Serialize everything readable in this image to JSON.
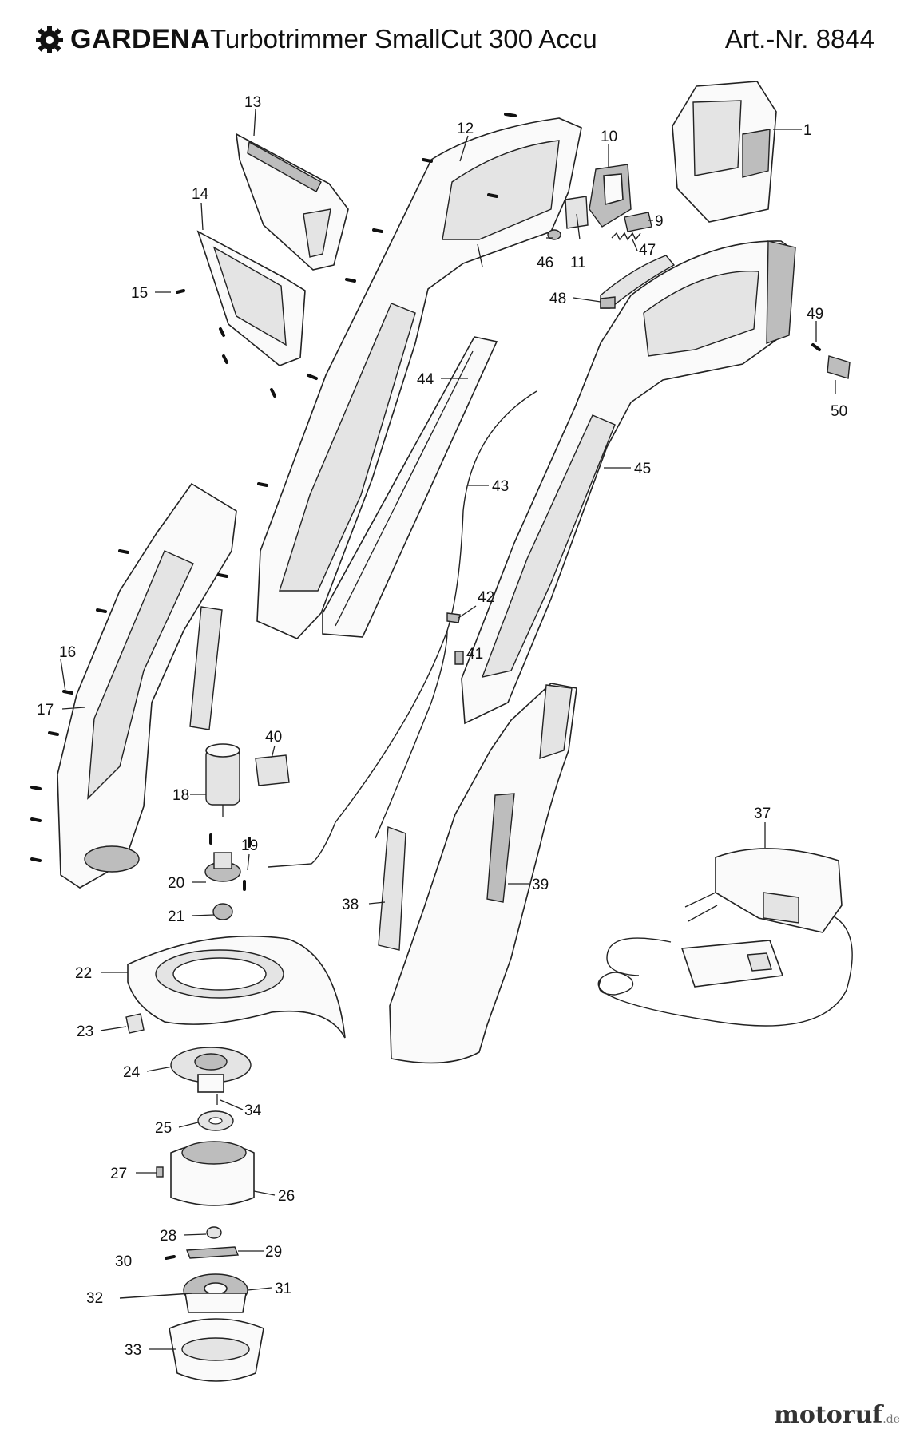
{
  "header": {
    "brand": "GARDENA",
    "product": "Turbotrimmer SmallCut 300 Accu",
    "article_number": "Art.-Nr. 8844"
  },
  "watermark": {
    "word": "motoruf",
    "tld": ".de"
  },
  "parts": [
    "1",
    "9",
    "10",
    "11",
    "12",
    "13",
    "14",
    "15",
    "16",
    "17",
    "18",
    "19",
    "20",
    "21",
    "22",
    "23",
    "24",
    "25",
    "26",
    "27",
    "28",
    "29",
    "30",
    "31",
    "32",
    "33",
    "34",
    "37",
    "38",
    "39",
    "40",
    "41",
    "42",
    "43",
    "44",
    "45",
    "46",
    "47",
    "48",
    "49",
    "50"
  ]
}
